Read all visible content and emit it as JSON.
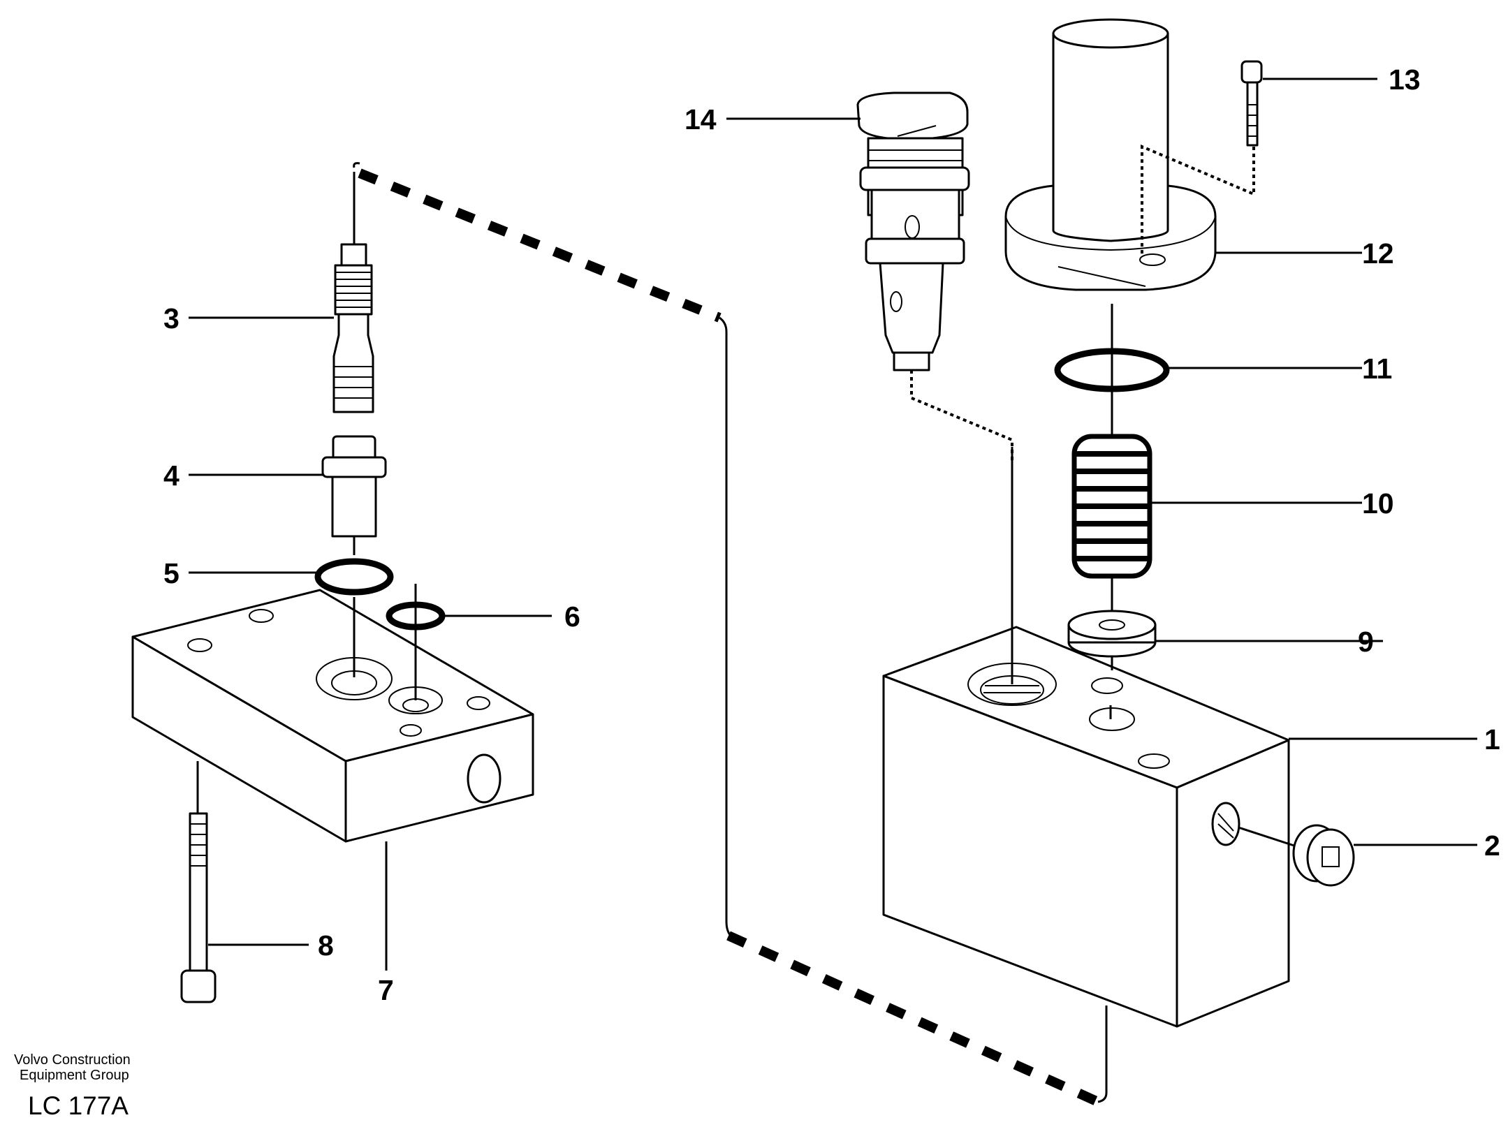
{
  "diagram": {
    "callouts": [
      {
        "id": "1",
        "label": "1"
      },
      {
        "id": "2",
        "label": "2"
      },
      {
        "id": "3",
        "label": "3"
      },
      {
        "id": "4",
        "label": "4"
      },
      {
        "id": "5",
        "label": "5"
      },
      {
        "id": "6",
        "label": "6"
      },
      {
        "id": "7",
        "label": "7"
      },
      {
        "id": "8",
        "label": "8"
      },
      {
        "id": "9",
        "label": "9"
      },
      {
        "id": "10",
        "label": "10"
      },
      {
        "id": "11",
        "label": "11"
      },
      {
        "id": "12",
        "label": "12"
      },
      {
        "id": "13",
        "label": "13"
      },
      {
        "id": "14",
        "label": "14"
      }
    ]
  },
  "footer": {
    "company_line1": "Volvo Construction",
    "company_line2": "Equipment Group",
    "code": "LC 177A"
  }
}
